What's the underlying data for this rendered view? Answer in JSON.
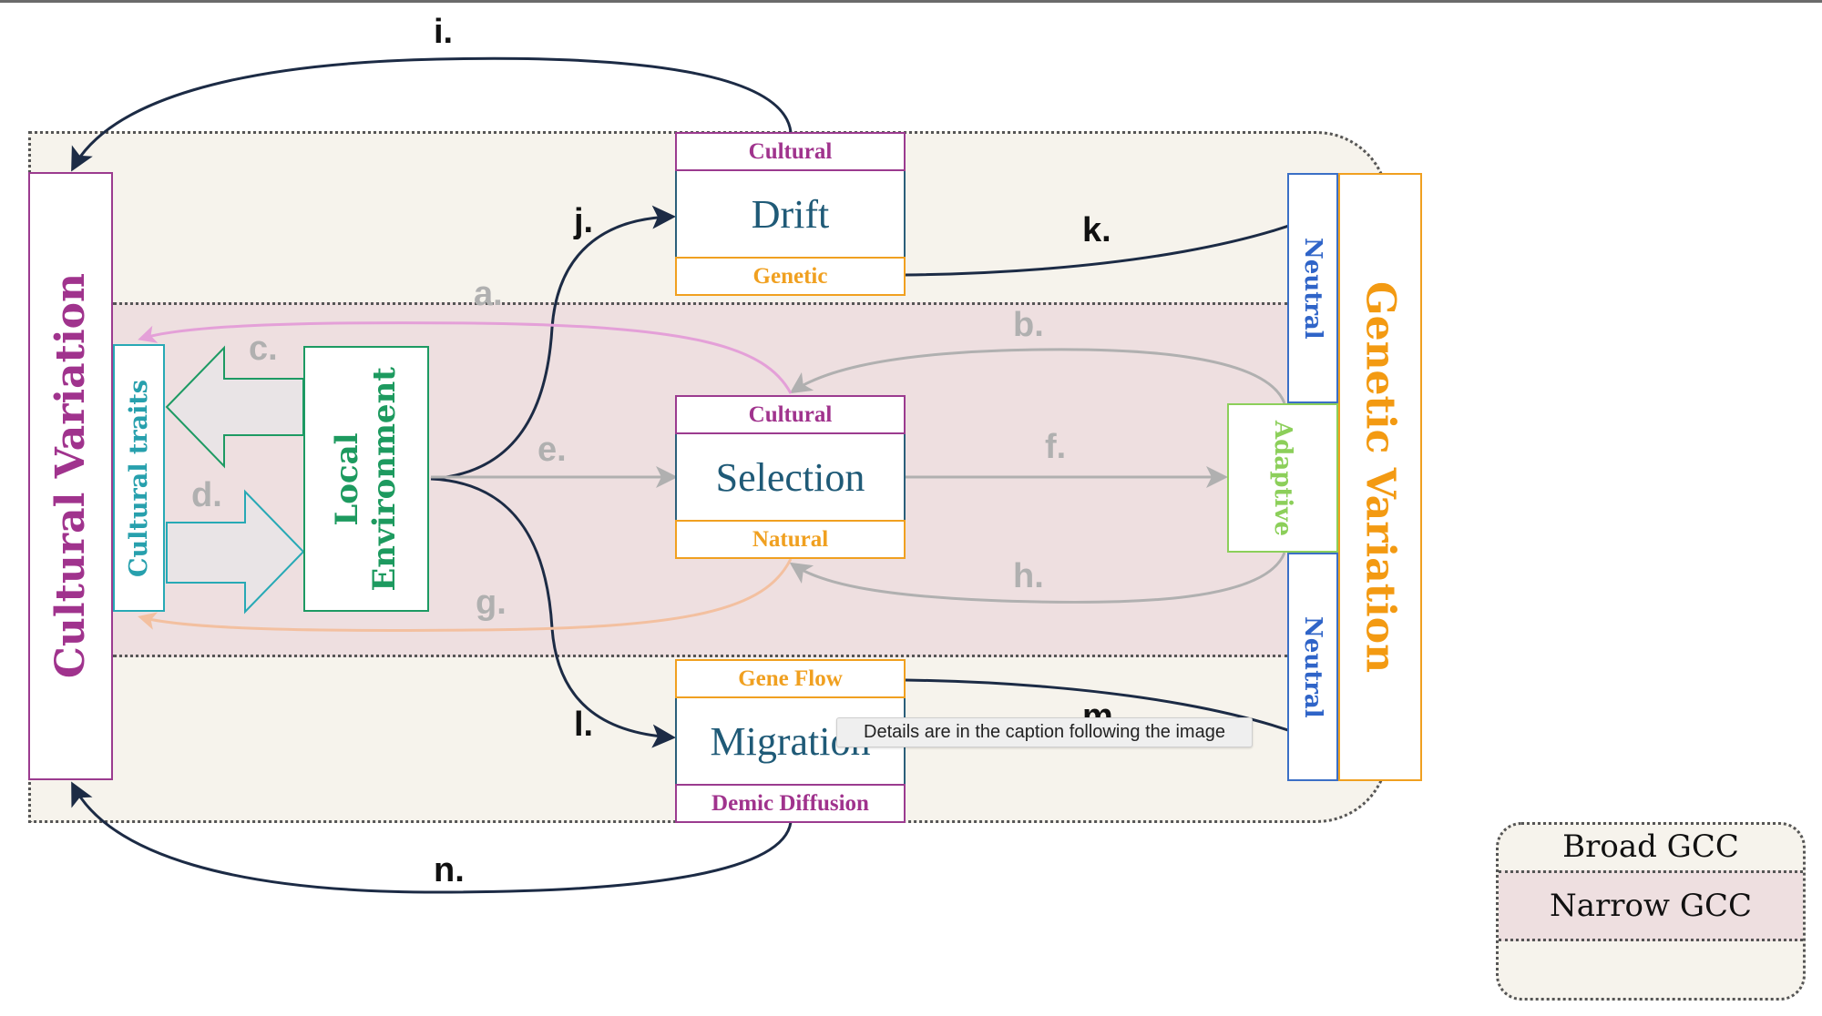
{
  "diagram": {
    "cultural_variation": "Cultural Variation",
    "cultural_traits": "Cultural traits",
    "local_environment_line1": "Local",
    "local_environment_line2": "Environment",
    "drift": {
      "top": "Cultural",
      "main": "Drift",
      "bottom": "Genetic"
    },
    "selection": {
      "top": "Cultural",
      "main": "Selection",
      "bottom": "Natural"
    },
    "migration": {
      "top": "Gene Flow",
      "main": "Migration",
      "bottom": "Demic Diffusion"
    },
    "genetic_variation": "Genetic Variation",
    "neutral_top": "Neutral",
    "adaptive": "Adaptive",
    "neutral_bottom": "Neutral",
    "arrow_labels": {
      "a": "a.",
      "b": "b.",
      "c": "c.",
      "d": "d.",
      "e": "e.",
      "f": "f.",
      "g": "g.",
      "h": "h.",
      "i": "i.",
      "j": "j.",
      "k": "k.",
      "l": "l.",
      "m": "m.",
      "n": "n."
    }
  },
  "legend": {
    "broad": "Broad GCC",
    "narrow": "Narrow GCC"
  },
  "tooltip": "Details are in the caption following the image",
  "colors": {
    "cultural": "#a0338d",
    "genetic": "#f0a020",
    "cultural_traits": "#27a9b5",
    "environment": "#1d9a63",
    "neutral": "#3b6fc6",
    "adaptive": "#8ccf5a",
    "broad_band": "#f6f3ec",
    "narrow_band": "#eedfe0",
    "dark_arrow": "#1c2b45",
    "gray_arrow": "#b0b0b0"
  }
}
